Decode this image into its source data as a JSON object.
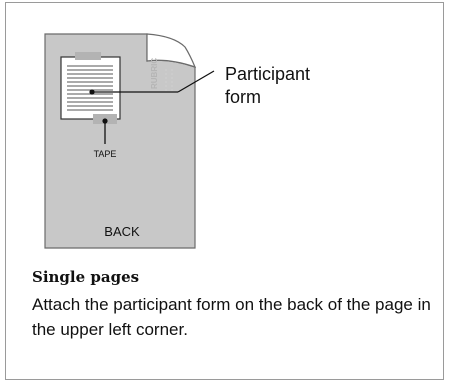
{
  "diagram": {
    "callout_label_line1": "Participant",
    "callout_label_line2": "form",
    "tape_label": "TAPE",
    "back_label": "BACK",
    "rubric_watermark": "RUBRIC"
  },
  "caption": {
    "title": "Single pages",
    "body": "Attach the participant form on the back of the page in the upper left corner."
  },
  "colors": {
    "page_back": "#c8c8c8",
    "page_curl": "#ffffff",
    "tape": "#b3b3b3",
    "outline": "#666666"
  }
}
